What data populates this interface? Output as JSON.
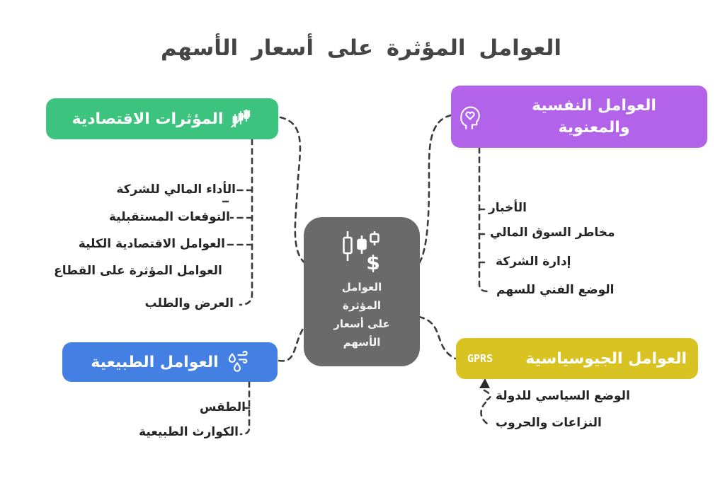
{
  "title": "العوامل المؤثرة على أسعار الأسهم",
  "center": {
    "line1": "العوامل",
    "line2": "المؤثرة",
    "line3": "على أسعار",
    "line4": "الأسهم",
    "icon": "candlestick-dollar-icon"
  },
  "branches": {
    "economic": {
      "label": "المؤثرات الاقتصادية",
      "icon": "candlestick-trend-icon",
      "color": "#3cc47e",
      "items": [
        "الأداء المالي للشركة",
        "التوقعات المستقبلية",
        "العوامل الاقتصادية الكلية",
        "العوامل المؤثرة على القطاع",
        "العرض والطلب"
      ]
    },
    "psych": {
      "label_line1": "العوامل النفسية",
      "label_line2": "والمعنوية",
      "icon": "head-heart-icon",
      "color": "#b263ea",
      "items": [
        "الأخبار",
        "مخاطر السوق المالي",
        "إدارة الشركة",
        "الوضع الفني للسهم"
      ]
    },
    "natural": {
      "label": "العوامل الطبيعية",
      "icon": "raindrops-wind-icon",
      "color": "#4480e4",
      "items": [
        "الطقس",
        "الكوارث الطبيعية"
      ]
    },
    "geo": {
      "label": "العوامل الجيوسياسية",
      "badge": "GPRS",
      "color": "#d9c323",
      "items": [
        "الوضع السياسي للدولة",
        "النزاعات والحروب"
      ]
    }
  },
  "colors": {
    "economic": "#3cc47e",
    "psych": "#b263ea",
    "natural": "#4480e4",
    "geo": "#d9c323",
    "center": "#6a6a6a",
    "connector": "#3b3b3b",
    "text": "#252525",
    "title": "#454545"
  }
}
